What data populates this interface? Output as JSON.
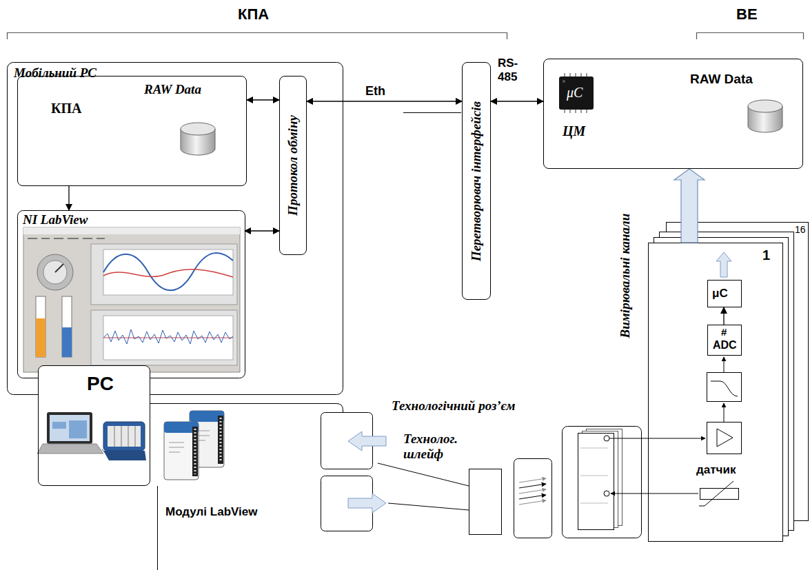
{
  "diagram": {
    "nodes": [
      {
        "text": [
          "Мобільний PC"
        ]
      },
      {
        "text": [
          "RAW Data",
          "КПА"
        ],
        "in": 0
      },
      {
        "text": [
          "NI LabView"
        ],
        "in": 0
      },
      {
        "text": [
          "Протокол обміну"
        ],
        "in": 0
      },
      {
        "text": [
          "Перетворювач інтерфейсів"
        ]
      },
      {
        "text": [
          "μC",
          "ЦМ",
          "RAW Data"
        ]
      },
      {
        "text": [
          "PC"
        ]
      },
      {
        "text": [
          "1"
        ]
      },
      {
        "text": [
          "μC"
        ],
        "in": 7
      },
      {
        "text": [
          "#",
          "ADC"
        ],
        "in": 7
      }
    ],
    "edges": [
      {
        "from": 1,
        "to": 3,
        "arrow": "both"
      },
      {
        "from": 2,
        "to": 3,
        "arrow": "both"
      },
      {
        "from": 1,
        "to": 2,
        "arrow": "to"
      },
      {
        "from": 3,
        "to": 4,
        "label": "Eth",
        "arrow": "both"
      },
      {
        "from": 4,
        "to": 5,
        "label": "RS- 485",
        "arrow": "both"
      },
      {
        "from": 7,
        "to": 5,
        "arrow": "to"
      },
      {
        "from": 9,
        "to": 8,
        "arrow": "to"
      }
    ],
    "labels": [
      "КПА",
      "ВЕ",
      "Вимірювальні канали",
      "16",
      "датчик",
      "Технологічний роз’єм",
      "Технолог. шлейф",
      "Модулі LabView"
    ]
  }
}
